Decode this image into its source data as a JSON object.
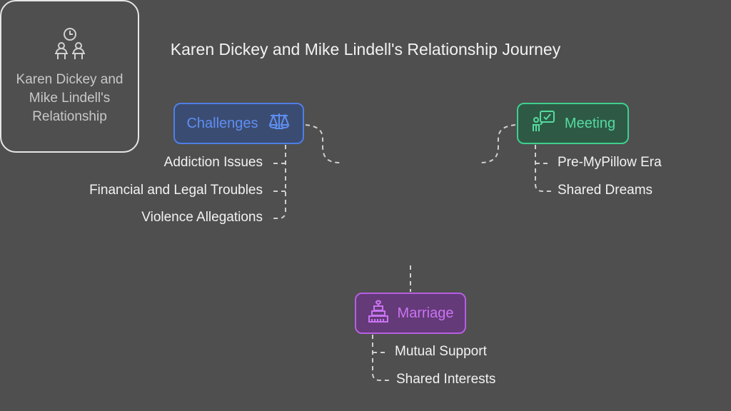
{
  "title": "Karen Dickey and Mike Lindell's Relationship Journey",
  "center": {
    "label": "Karen Dickey and Mike Lindell's Relationship",
    "icon": "meeting-people-clock-icon"
  },
  "nodes": {
    "challenges": {
      "label": "Challenges",
      "icon": "scales-icon",
      "color": "#4f7fe6",
      "items": [
        "Addiction Issues",
        "Financial and Legal Troubles",
        "Violence Allegations"
      ]
    },
    "meeting": {
      "label": "Meeting",
      "icon": "person-chat-icon",
      "color": "#3fcf8e",
      "items": [
        "Pre-MyPillow Era",
        "Shared Dreams"
      ]
    },
    "marriage": {
      "label": "Marriage",
      "icon": "wedding-cake-icon",
      "color": "#b65fe2",
      "items": [
        "Mutual Support",
        "Shared Interests"
      ]
    }
  }
}
